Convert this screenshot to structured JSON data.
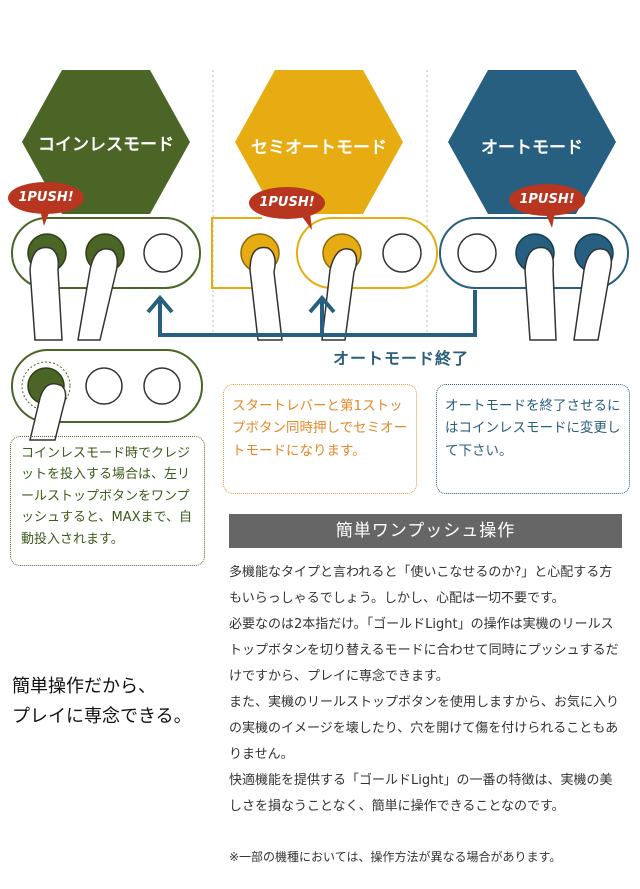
{
  "modes": {
    "coinless": {
      "label": "コインレスモード",
      "color": "#4a6526"
    },
    "semiauto": {
      "label": "セミオートモード",
      "color": "#e6ac12"
    },
    "auto": {
      "label": "オートモード",
      "color": "#265f7f"
    }
  },
  "push_badge": "1PUSH!",
  "auto_end_label": "オートモード終了",
  "notes": {
    "coinless": "コインレスモード時でクレジットを投入する場合は、左リールストップボタンをワンプッシュすると、MAXまで、自動投入されます。",
    "semiauto": "スタートレバーと第1ストップボタン同時押しでセミオートモードになります。",
    "auto": "オートモードを終了させるにはコインレスモードに変更して下さい。"
  },
  "section_title": "簡単ワンプッシュ操作",
  "slogan_lines": [
    "簡単操作だから、",
    "プレイに専念できる。"
  ],
  "body_paragraphs": [
    "多機能なタイプと言われると「使いこなせるのか?」と心配する方もいらっしゃるでしょう。しかし、心配は一切不要です。",
    "必要なのは2本指だけ。「ゴールドLight」の操作は実機のリールストップボタンを切り替えるモードに合わせて同時にプッシュするだけですから、プレイに専念できます。",
    "また、実機のリールストップボタンを使用しますから、お気に入りの実機のイメージを壊したり、穴を開けて傷を付けられることもありません。",
    "快適機能を提供する「ゴールドLight」の一番の特徴は、実機の美しさを損なうことなく、簡単に操作できることなのです。"
  ],
  "footnote": "※一部の機種においては、操作方法が異なる場合があります。",
  "colors": {
    "badge": "#b8361f",
    "divider": "#bbbbbb",
    "section_bar": "#666666"
  }
}
